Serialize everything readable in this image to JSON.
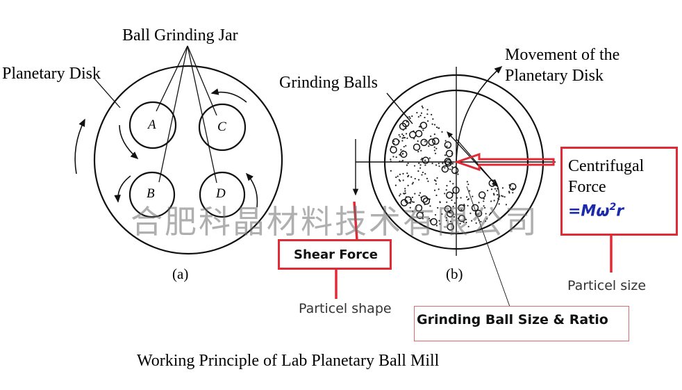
{
  "panel_a": {
    "jar_label": "Ball Grinding Jar",
    "disk_label": "Planetary Disk",
    "jars": [
      "A",
      "B",
      "C",
      "D"
    ],
    "caption": "(a)"
  },
  "panel_b": {
    "balls_label": "Grinding Balls",
    "movement_label_line1": "Movement of the",
    "movement_label_line2": "Planetary Disk",
    "caption": "(b)"
  },
  "annotations": {
    "centrifugal_line1": "Centrifugal",
    "centrifugal_line2": "Force",
    "formula_prefix": "=Mω",
    "formula_exp": "2",
    "formula_suffix": "r",
    "particle_size": "Particel size",
    "shear_force": "Shear Force",
    "particle_shape": "Particel shape",
    "ball_size_ratio": "Grinding Ball Size & Ratio"
  },
  "watermark": "合肥科晶材料技术有限公司",
  "title": "Working Principle of Lab Planetary Ball Mill",
  "colors": {
    "accent_red": "#e02b36",
    "formula_blue": "#1a2aa8"
  }
}
